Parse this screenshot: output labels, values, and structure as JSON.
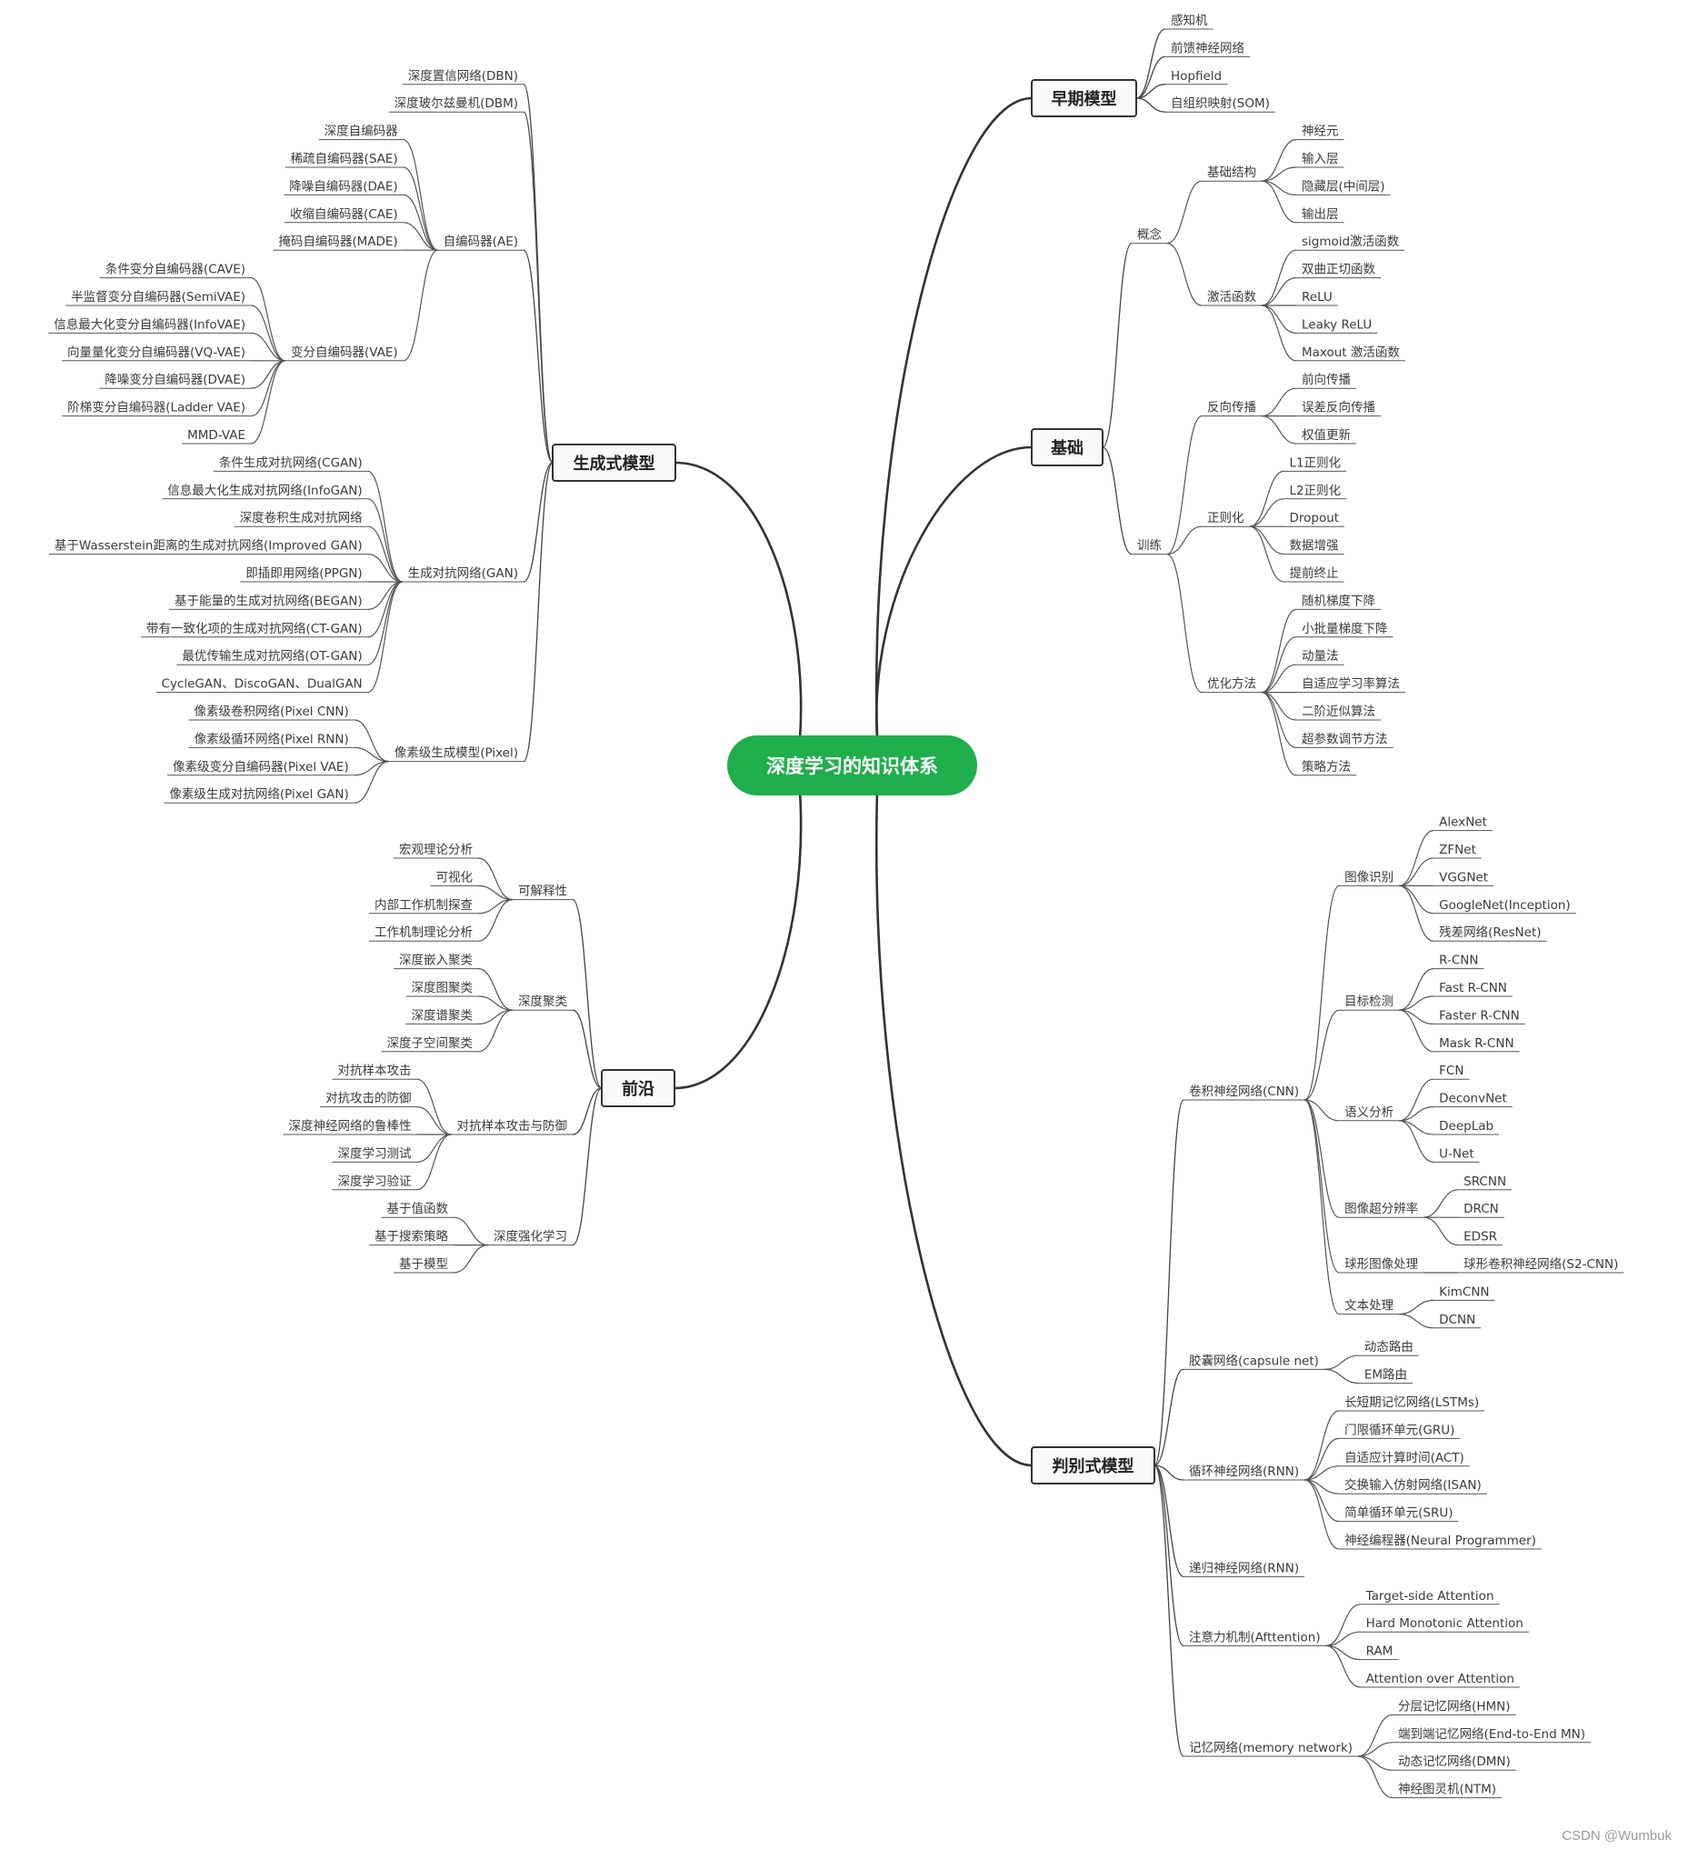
{
  "root": "深度学习的知识体系",
  "watermark": "CSDN @Wumbuk",
  "branches": [
    {
      "label": "早期模型",
      "side": "right",
      "children": [
        {
          "label": "感知机"
        },
        {
          "label": "前馈神经网络"
        },
        {
          "label": "Hopfield"
        },
        {
          "label": "自组织映射(SOM)"
        }
      ]
    },
    {
      "label": "基础",
      "side": "right",
      "children": [
        {
          "label": "概念",
          "children": [
            {
              "label": "基础结构",
              "children": [
                {
                  "label": "神经元"
                },
                {
                  "label": "输入层"
                },
                {
                  "label": "隐藏层(中间层)"
                },
                {
                  "label": "输出层"
                }
              ]
            },
            {
              "label": "激活函数",
              "children": [
                {
                  "label": "sigmoid激活函数"
                },
                {
                  "label": "双曲正切函数"
                },
                {
                  "label": "ReLU"
                },
                {
                  "label": "Leaky ReLU"
                },
                {
                  "label": "Maxout 激活函数"
                }
              ]
            }
          ]
        },
        {
          "label": "训练",
          "children": [
            {
              "label": "反向传播",
              "children": [
                {
                  "label": "前向传播"
                },
                {
                  "label": "误差反向传播"
                },
                {
                  "label": "权值更新"
                }
              ]
            },
            {
              "label": "正则化",
              "children": [
                {
                  "label": "L1正则化"
                },
                {
                  "label": "L2正则化"
                },
                {
                  "label": "Dropout"
                },
                {
                  "label": "数据增强"
                },
                {
                  "label": "提前终止"
                }
              ]
            },
            {
              "label": "优化方法",
              "children": [
                {
                  "label": "随机梯度下降"
                },
                {
                  "label": "小批量梯度下降"
                },
                {
                  "label": "动量法"
                },
                {
                  "label": "自适应学习率算法"
                },
                {
                  "label": "二阶近似算法"
                },
                {
                  "label": "超参数调节方法"
                },
                {
                  "label": "策略方法"
                }
              ]
            }
          ]
        }
      ]
    },
    {
      "label": "判别式模型",
      "side": "right",
      "children": [
        {
          "label": "卷积神经网络(CNN)",
          "children": [
            {
              "label": "图像识别",
              "children": [
                {
                  "label": "AlexNet"
                },
                {
                  "label": "ZFNet"
                },
                {
                  "label": "VGGNet"
                },
                {
                  "label": "GoogleNet(Inception)"
                },
                {
                  "label": "残差网络(ResNet)"
                }
              ]
            },
            {
              "label": "目标检测",
              "children": [
                {
                  "label": "R-CNN"
                },
                {
                  "label": "Fast R-CNN"
                },
                {
                  "label": "Faster R-CNN"
                },
                {
                  "label": "Mask R-CNN"
                }
              ]
            },
            {
              "label": "语义分析",
              "children": [
                {
                  "label": "FCN"
                },
                {
                  "label": "DeconvNet"
                },
                {
                  "label": "DeepLab"
                },
                {
                  "label": "U-Net"
                }
              ]
            },
            {
              "label": "图像超分辨率",
              "children": [
                {
                  "label": "SRCNN"
                },
                {
                  "label": "DRCN"
                },
                {
                  "label": "EDSR"
                }
              ]
            },
            {
              "label": "球形图像处理",
              "children": [
                {
                  "label": "球形卷积神经网络(S2-CNN)"
                }
              ]
            },
            {
              "label": "文本处理",
              "children": [
                {
                  "label": "KimCNN"
                },
                {
                  "label": "DCNN"
                }
              ]
            }
          ]
        },
        {
          "label": "胶囊网络(capsule net)",
          "children": [
            {
              "label": "动态路由"
            },
            {
              "label": "EM路由"
            }
          ]
        },
        {
          "label": "循环神经网络(RNN)",
          "children": [
            {
              "label": "长短期记忆网络(LSTMs)"
            },
            {
              "label": "门限循环单元(GRU)"
            },
            {
              "label": "自适应计算时间(ACT)"
            },
            {
              "label": "交换输入仿射网络(ISAN)"
            },
            {
              "label": "简单循环单元(SRU)"
            },
            {
              "label": "神经编程器(Neural Programmer)"
            }
          ]
        },
        {
          "label": "递归神经网络(RNN)"
        },
        {
          "label": "注意力机制(Afttention)",
          "children": [
            {
              "label": "Target-side Attention"
            },
            {
              "label": "Hard Monotonic Attention"
            },
            {
              "label": "RAM"
            },
            {
              "label": "Attention over Attention"
            }
          ]
        },
        {
          "label": "记忆网络(memory network)",
          "children": [
            {
              "label": "分层记忆网络(HMN)"
            },
            {
              "label": "端到端记忆网络(End-to-End MN)"
            },
            {
              "label": "动态记忆网络(DMN)"
            },
            {
              "label": "神经图灵机(NTM)"
            }
          ]
        }
      ]
    },
    {
      "label": "生成式模型",
      "side": "left",
      "children": [
        {
          "label": "深度置信网络(DBN)"
        },
        {
          "label": "深度玻尔兹曼机(DBM)"
        },
        {
          "label": "自编码器(AE)",
          "children": [
            {
              "label": "深度自编码器"
            },
            {
              "label": "稀疏自编码器(SAE)"
            },
            {
              "label": "降噪自编码器(DAE)"
            },
            {
              "label": "收缩自编码器(CAE)"
            },
            {
              "label": "掩码自编码器(MADE)"
            },
            {
              "label": "变分自编码器(VAE)",
              "children": [
                {
                  "label": "条件变分自编码器(CAVE)"
                },
                {
                  "label": "半监督变分自编码器(SemiVAE)"
                },
                {
                  "label": "信息最大化变分自编码器(InfoVAE)"
                },
                {
                  "label": "向量量化变分自编码器(VQ-VAE)"
                },
                {
                  "label": "降噪变分自编码器(DVAE)"
                },
                {
                  "label": "阶梯变分自编码器(Ladder VAE)"
                },
                {
                  "label": "MMD-VAE"
                }
              ]
            }
          ]
        },
        {
          "label": "生成对抗网络(GAN)",
          "children": [
            {
              "label": "条件生成对抗网络(CGAN)"
            },
            {
              "label": "信息最大化生成对抗网络(InfoGAN)"
            },
            {
              "label": "深度卷积生成对抗网络"
            },
            {
              "label": "基于Wasserstein距离的生成对抗网络(Improved GAN)"
            },
            {
              "label": "即插即用网络(PPGN)"
            },
            {
              "label": "基于能量的生成对抗网络(BEGAN)"
            },
            {
              "label": "带有一致化项的生成对抗网络(CT-GAN)"
            },
            {
              "label": "最优传输生成对抗网络(OT-GAN)"
            },
            {
              "label": "CycleGAN、DiscoGAN、DualGAN"
            }
          ]
        },
        {
          "label": "像素级生成模型(Pixel)",
          "children": [
            {
              "label": "像素级卷积网络(Pixel CNN)"
            },
            {
              "label": "像素级循环网络(Pixel RNN)"
            },
            {
              "label": "像素级变分自编码器(Pixel VAE)"
            },
            {
              "label": "像素级生成对抗网络(Pixel GAN)"
            }
          ]
        }
      ]
    },
    {
      "label": "前沿",
      "side": "left",
      "children": [
        {
          "label": "可解释性",
          "children": [
            {
              "label": "宏观理论分析"
            },
            {
              "label": "可视化"
            },
            {
              "label": "内部工作机制探查"
            },
            {
              "label": "工作机制理论分析"
            }
          ]
        },
        {
          "label": "深度聚类",
          "children": [
            {
              "label": "深度嵌入聚类"
            },
            {
              "label": "深度图聚类"
            },
            {
              "label": "深度谱聚类"
            },
            {
              "label": "深度子空间聚类"
            }
          ]
        },
        {
          "label": "对抗样本攻击与防御",
          "children": [
            {
              "label": "对抗样本攻击"
            },
            {
              "label": "对抗攻击的防御"
            },
            {
              "label": "深度神经网络的鲁棒性"
            },
            {
              "label": "深度学习测试"
            },
            {
              "label": "深度学习验证"
            }
          ]
        },
        {
          "label": "深度强化学习",
          "children": [
            {
              "label": "基于值函数"
            },
            {
              "label": "基于搜索策略"
            },
            {
              "label": "基于模型"
            }
          ]
        }
      ]
    }
  ]
}
